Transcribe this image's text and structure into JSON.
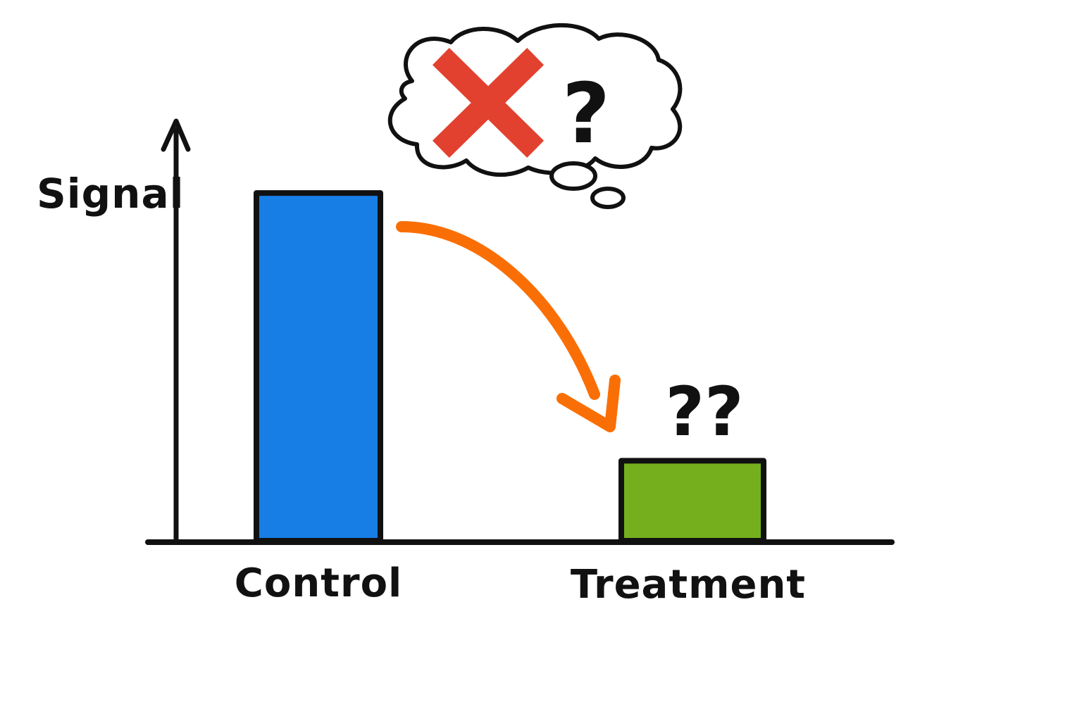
{
  "chart_data": {
    "type": "bar",
    "ylabel": "Signal",
    "xlabel": "",
    "categories": [
      "Control",
      "Treatment"
    ],
    "values": [
      100,
      23
    ],
    "ylim": [
      0,
      115
    ],
    "grid": false,
    "colors": {
      "bars": [
        "#177ee6",
        "#76af1e"
      ],
      "outline": "#111111",
      "arrow": "#fa6f05",
      "cross": "#e2412f"
    },
    "annotations": {
      "thought_cloud_symbols": [
        "×",
        "?"
      ],
      "near_treatment": "??",
      "arrow": "from Control to Treatment"
    }
  }
}
